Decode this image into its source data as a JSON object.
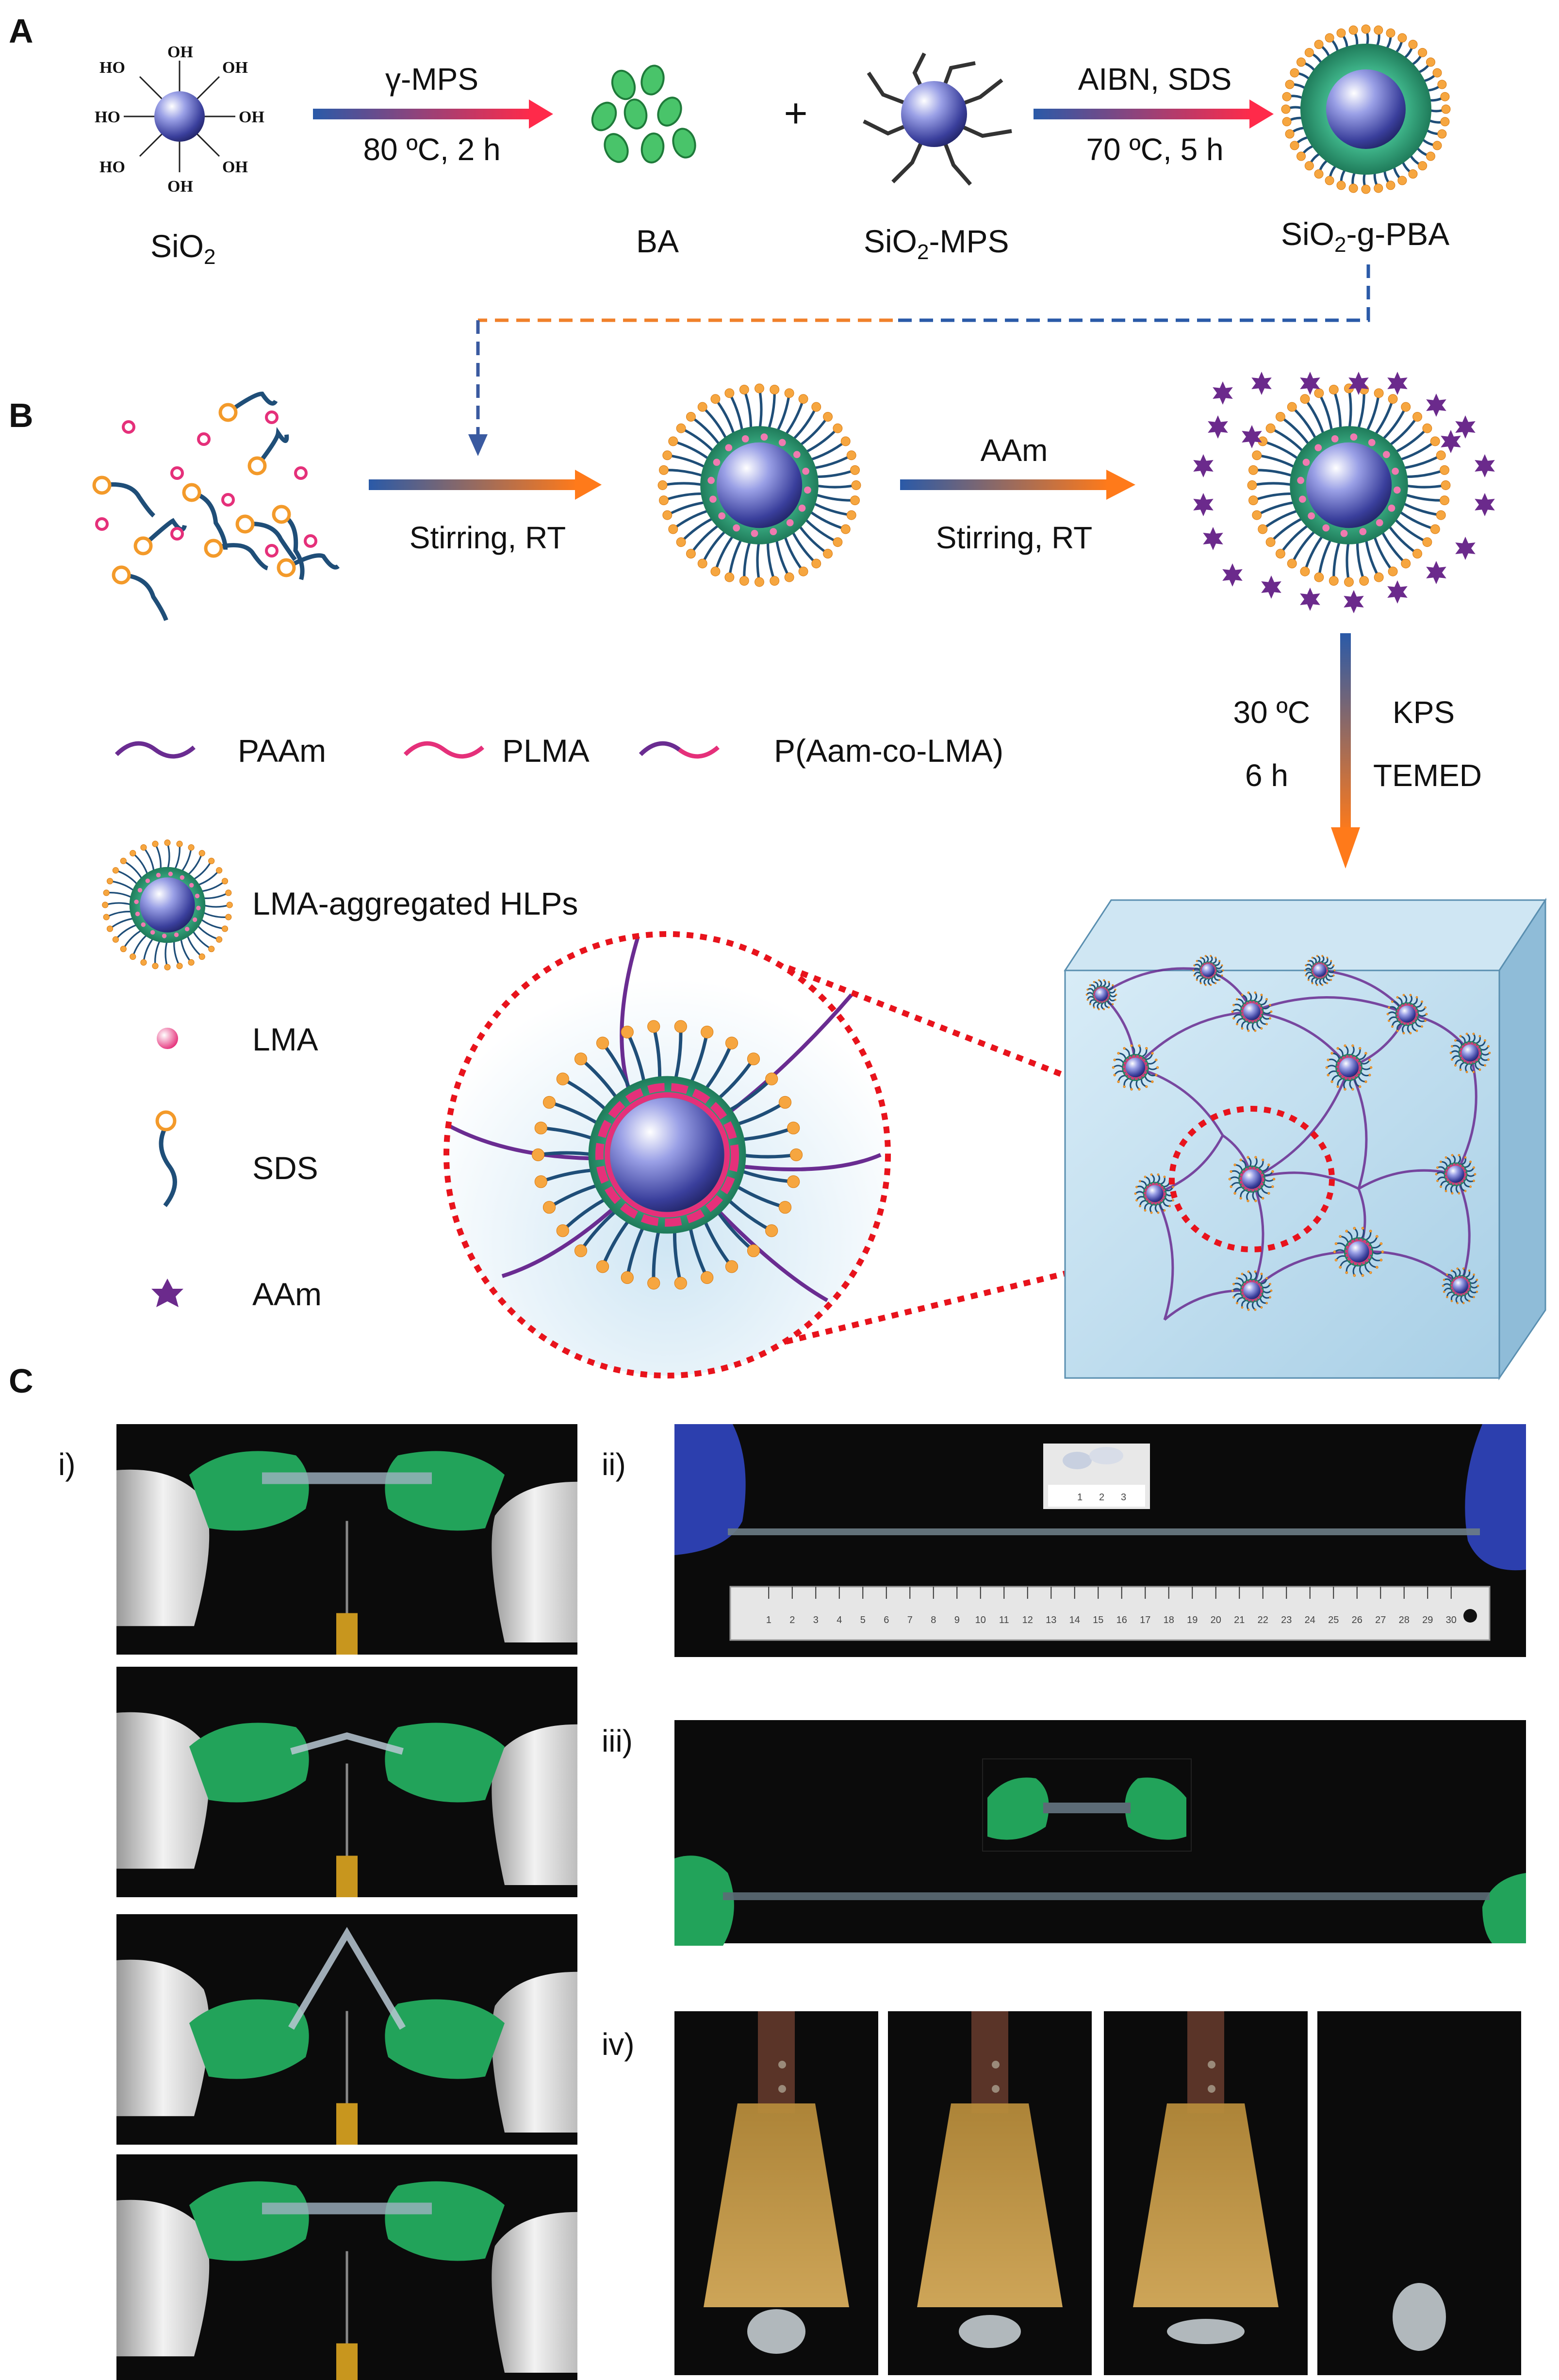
{
  "panels": {
    "a": "A",
    "b": "B",
    "c": "C"
  },
  "panel_a": {
    "sio2_label": "SiO",
    "sio2_sub": "2",
    "oh": "OH",
    "ho": "HO",
    "arrow1_top": "γ-MPS",
    "arrow1_bottom": "80 ºC, 2 h",
    "ba_label": "BA",
    "plus": "+",
    "mps_label_a": "SiO",
    "mps_label_sub": "2",
    "mps_label_b": "-MPS",
    "arrow2_top": "AIBN, SDS",
    "arrow2_bottom": "70 ºC, 5 h",
    "pba_label_a": "SiO",
    "pba_label_sub": "2",
    "pba_label_b": "-g-PBA"
  },
  "panel_b": {
    "arrow1_bottom": "Stirring, RT",
    "arrow2_top": "AAm",
    "arrow2_bottom": "Stirring, RT",
    "down_left_top": "30 ºC",
    "down_left_bottom": "6 h",
    "down_right_top": "KPS",
    "down_right_bottom": "TEMED",
    "legend": {
      "paam": "PAAm",
      "plma": "PLMA",
      "copoly": "P(Aam-co-LMA)",
      "hlps": "LMA-aggregated HLPs",
      "lma": "LMA",
      "sds": "SDS",
      "aam": "AAm"
    }
  },
  "panel_c": {
    "i": "i)",
    "ii": "ii)",
    "iii": "iii)",
    "iv": "iv)",
    "ruler_small": [
      "1",
      "2",
      "3"
    ],
    "ruler_large": [
      "1",
      "2",
      "3",
      "4",
      "5",
      "6",
      "7",
      "8",
      "9",
      "10",
      "11",
      "12",
      "13",
      "14",
      "15",
      "16",
      "17",
      "18",
      "19",
      "20",
      "21",
      "22",
      "23",
      "24",
      "25",
      "26",
      "27",
      "28",
      "29",
      "30"
    ]
  },
  "colors": {
    "sphere": "#4b4fae",
    "shell": "#2f9b76",
    "sds_tail": "#1f4e78",
    "sds_head": "#f39a2a",
    "lma": "#e5307a",
    "paam": "#6a2c91",
    "aam": "#6b2a8c",
    "arrow_blue": "#2a5aa8",
    "arrow_red": "#ff2a4a",
    "arrow_orange": "#ff7a1a",
    "glove": "#22a35a",
    "photo_bg": "#0b0b0b"
  }
}
